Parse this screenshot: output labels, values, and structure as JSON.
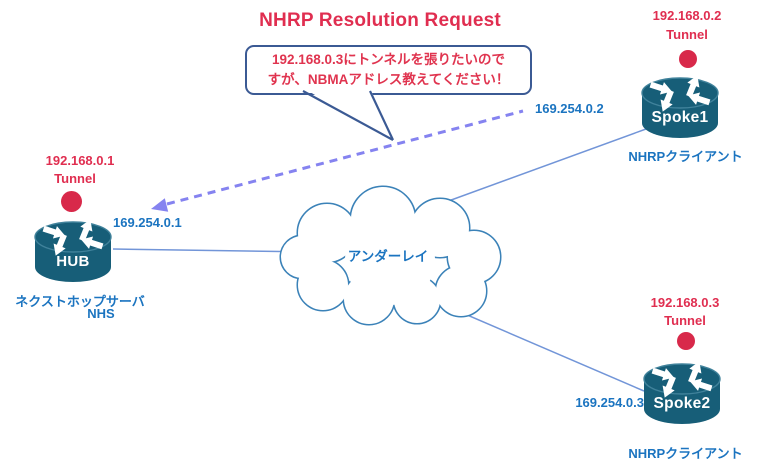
{
  "title": "NHRP Resolution Request",
  "callout": {
    "line1": "192.168.0.3にトンネルを張りたいので",
    "line2": "すが、NBMAアドレス教えてください！"
  },
  "cloud": {
    "label": "アンダーレイ"
  },
  "hub": {
    "tunnel_ip": "192.168.0.1",
    "tunnel_label": "Tunnel",
    "name": "HUB",
    "underlay_ip": "169.254.0.1",
    "role_line1": "ネクストホップサーバ",
    "role_line2": "NHS"
  },
  "spoke1": {
    "tunnel_ip": "192.168.0.2",
    "tunnel_label": "Tunnel",
    "name": "Spoke1",
    "underlay_ip": "169.254.0.2",
    "role": "NHRPクライアント"
  },
  "spoke2": {
    "tunnel_ip": "192.168.0.3",
    "tunnel_label": "Tunnel",
    "name": "Spoke2",
    "underlay_ip": "169.254.0.3",
    "role": "NHRPクライアント"
  },
  "icons": {
    "router": "cisco-router-cylinder-with-arrows",
    "tunnel_endpoint": "filled-red-circle",
    "underlay": "cloud-outline",
    "nhrp_request": "purple-dashed-arrow",
    "callout": "speech-bubble-with-tail"
  },
  "colors": {
    "red_text": "#e02e50",
    "red_dot": "#d8294a",
    "router_teal": "#175e78",
    "blue_text": "#1b74c0",
    "bubble_border": "#3b5a94",
    "dashed_arrow": "#8583f0",
    "connection_line": "#7295d8",
    "cloud_outline": "#3b82b8"
  }
}
